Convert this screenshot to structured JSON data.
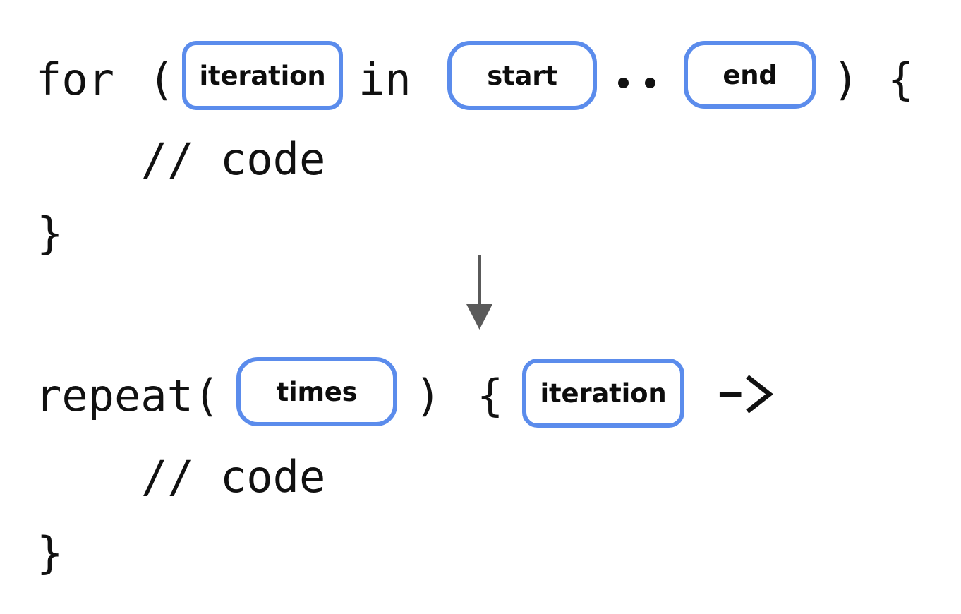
{
  "diagram": {
    "type": "code-transformation",
    "title": "Kotlin for-loop to repeat() transformation",
    "accent_color": "#5b8cec",
    "text_color": "#111111",
    "arrow_color": "#5a5a5a",
    "background_color": "#ffffff"
  },
  "before": {
    "line1": {
      "keyword": "for",
      "open_paren": "(",
      "placeholder_variable": "iteration",
      "in_keyword": "in",
      "placeholder_start": "start",
      "range_operator": "..",
      "placeholder_end": "end",
      "close_paren": ")",
      "open_brace": "{"
    },
    "line2": {
      "comment": "// code"
    },
    "line3": {
      "close_brace": "}"
    }
  },
  "transform_arrow": {
    "icon": "arrow-down-icon",
    "direction": "down"
  },
  "after": {
    "line1": {
      "function_call": "repeat(",
      "placeholder_times": "times",
      "close_paren": ")",
      "open_brace": "{",
      "placeholder_variable": "iteration",
      "lambda_arrow": "->"
    },
    "line2": {
      "comment": "// code"
    },
    "line3": {
      "close_brace": "}"
    }
  }
}
